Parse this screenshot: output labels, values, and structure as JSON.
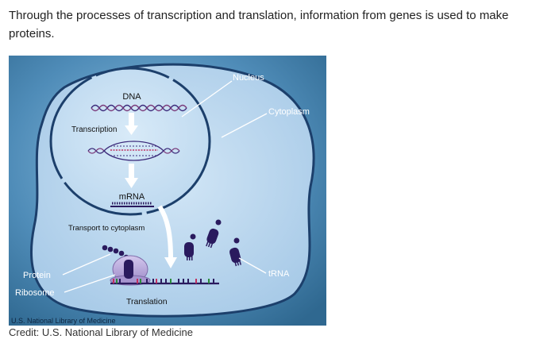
{
  "intro_text": "Through the processes of transcription and translation, information from genes is used to make proteins.",
  "credit_text": "Credit: U.S. National Library of Medicine",
  "figure": {
    "watermark": "U.S. National Library of Medicine",
    "labels": {
      "nucleus": "Nucleus",
      "cytoplasm": "Cytoplasm",
      "dna": "DNA",
      "transcription": "Transcription",
      "mrna": "mRNA",
      "transport": "Transport to cytoplasm",
      "protein": "Protein",
      "ribosome": "Ribosome",
      "trna": "tRNA",
      "translation": "Translation"
    },
    "colors": {
      "background": "#4d88b3",
      "cell_fill": "#b9d6ee",
      "nucleus_fill": "#c9e0f3",
      "membrane": "#1c3f6b",
      "molecule": "#2a1a5e",
      "ribosome": "#b7a6d9"
    }
  }
}
